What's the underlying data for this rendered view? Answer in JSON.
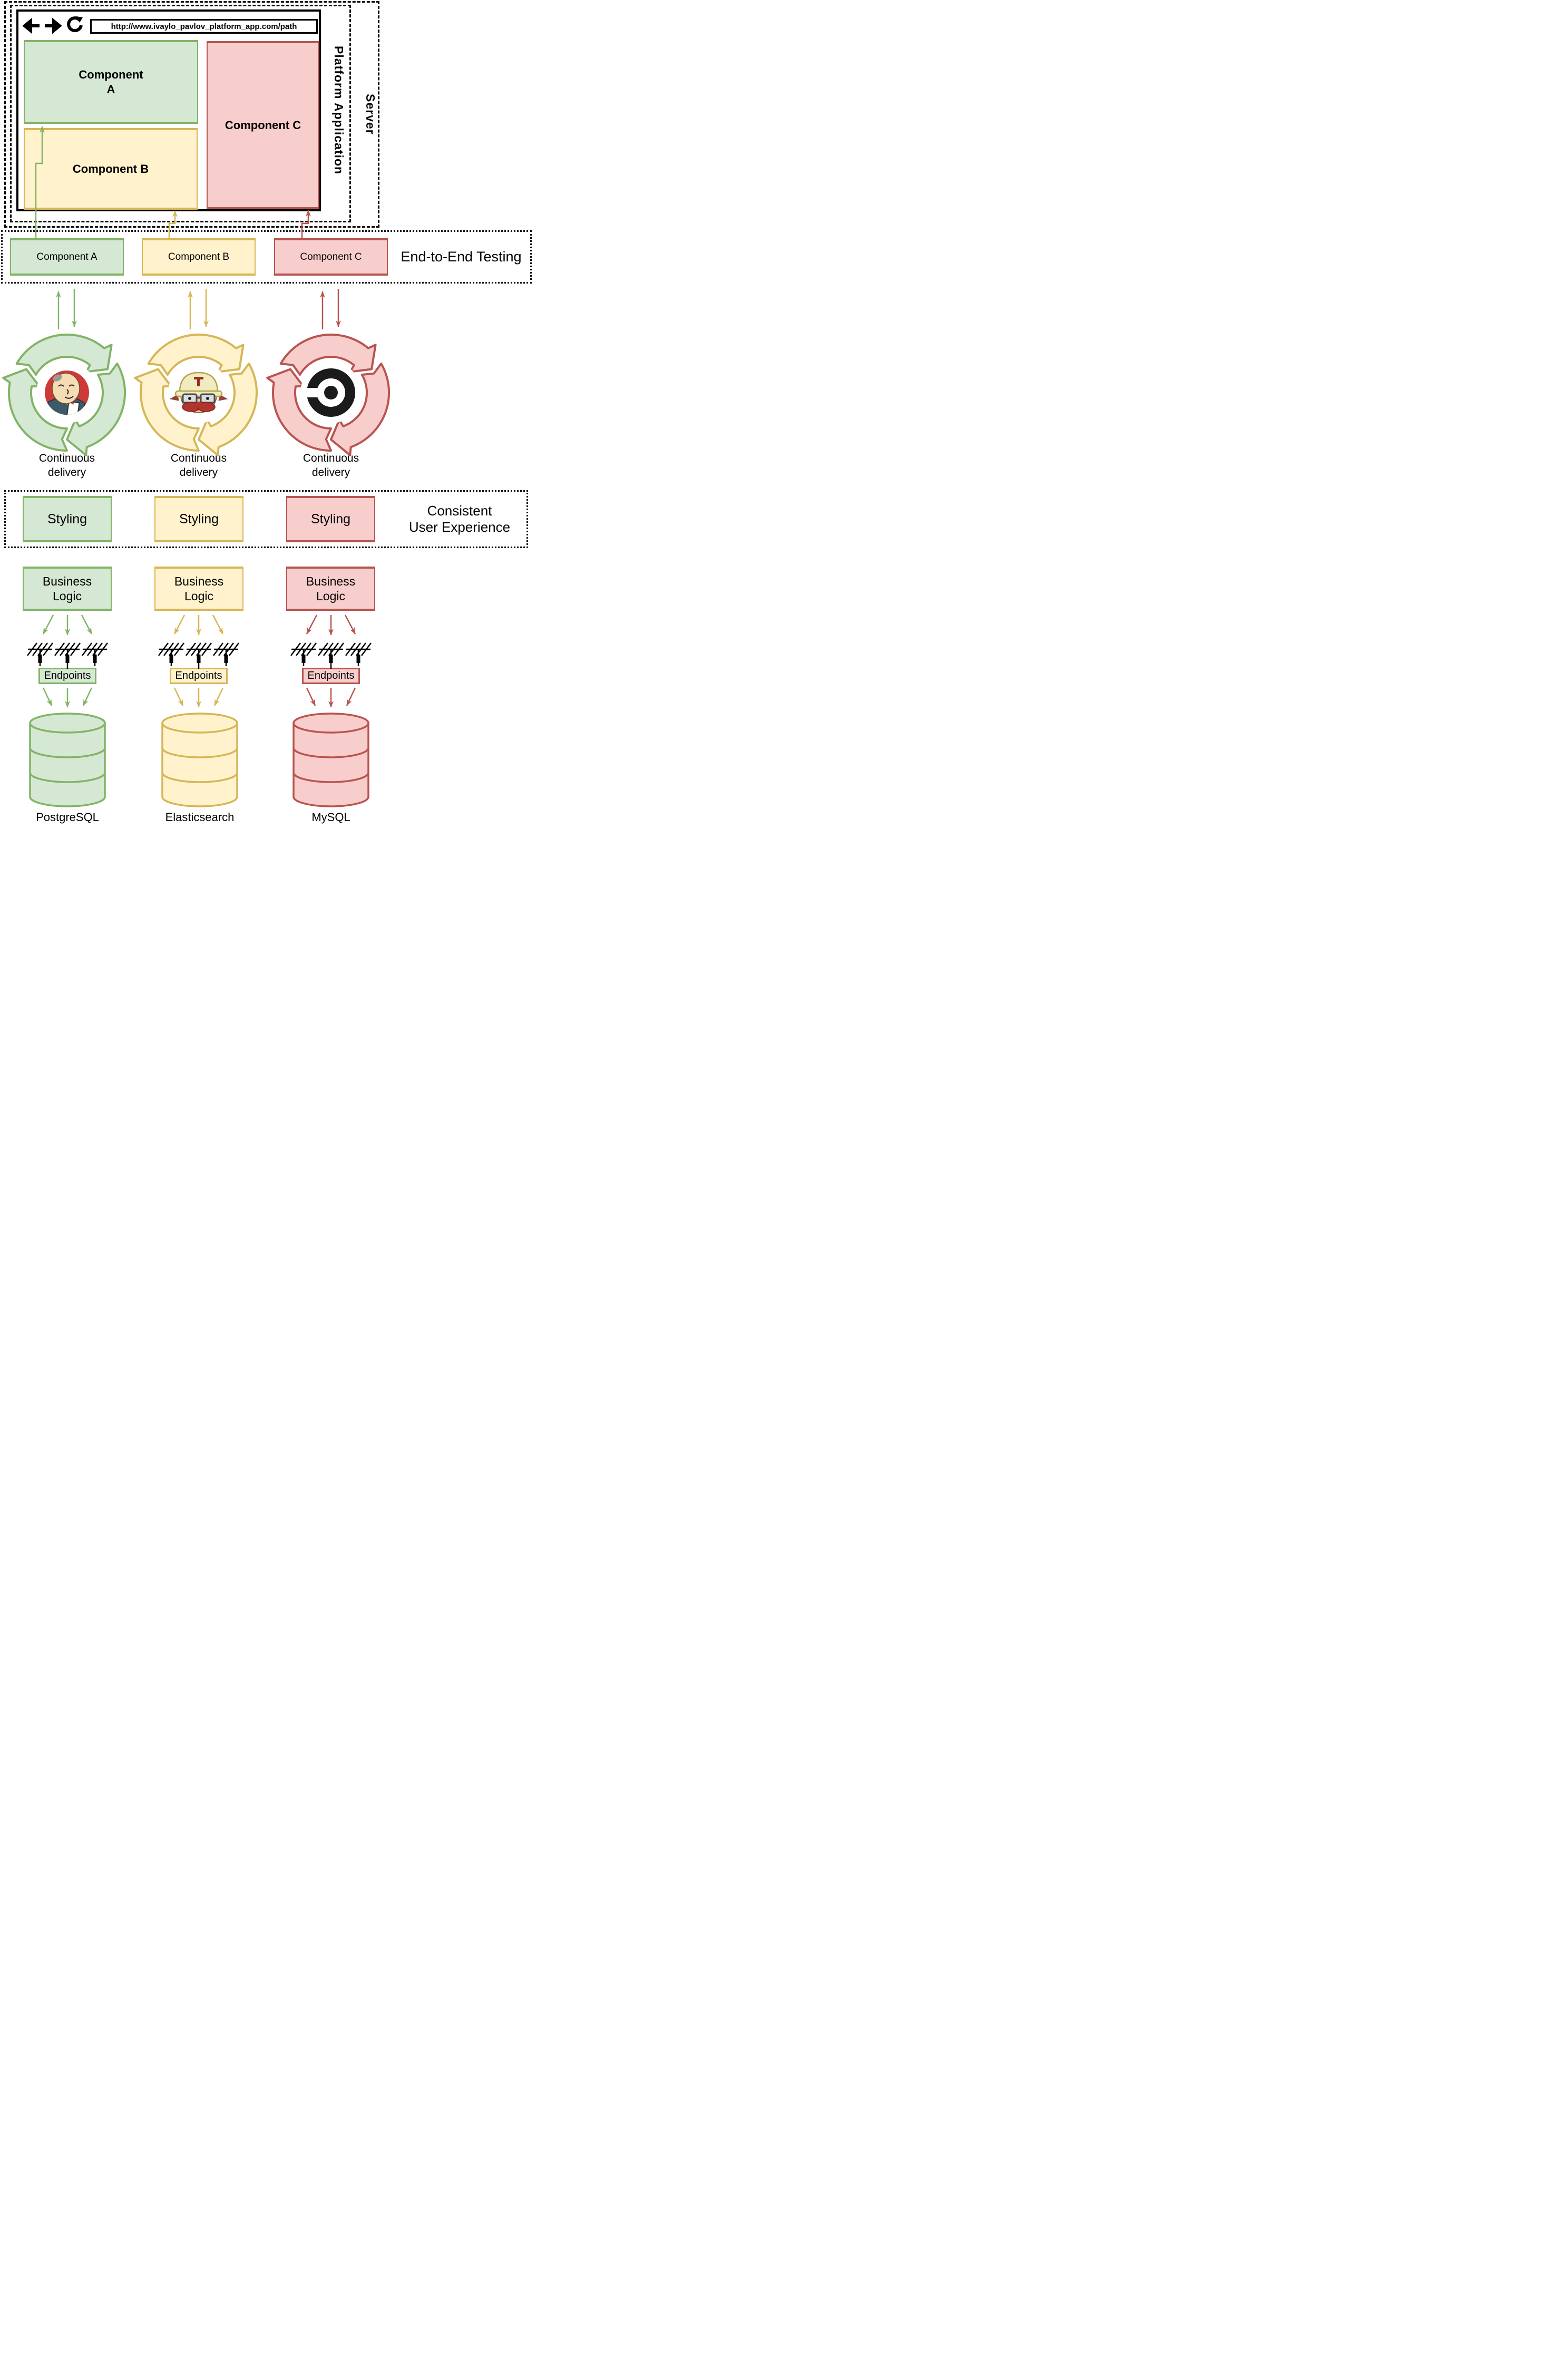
{
  "browser": {
    "toolbar": {
      "back_icon": "back-arrow",
      "forward_icon": "forward-arrow",
      "reload_icon": "reload-arrow"
    },
    "url": "http://www.ivaylo_pavlov_platform_app.com/path",
    "component_a_line1": "Component",
    "component_a_line2": "A",
    "component_b": "Component B",
    "component_c": "Component C"
  },
  "frames": {
    "platform_label": "Platform Application",
    "server_label": "Server"
  },
  "sections": {
    "e2e_title": "End-to-End Testing",
    "cux_line1": "Consistent",
    "cux_line2": "User Experience"
  },
  "columns": [
    {
      "name": "green",
      "e2e_label": "Component A",
      "cd_line1": "Continuous",
      "cd_line2": "delivery",
      "ci_icon": "jenkins-logo",
      "styling_label": "Styling",
      "biz_line1": "Business",
      "biz_line2": "Logic",
      "endpoints_label": "Endpoints",
      "database_label": "PostgreSQL"
    },
    {
      "name": "yellow",
      "e2e_label": "Component B",
      "cd_line1": "Continuous",
      "cd_line2": "delivery",
      "ci_icon": "travis-ci-logo",
      "styling_label": "Styling",
      "biz_line1": "Business",
      "biz_line2": "Logic",
      "endpoints_label": "Endpoints",
      "database_label": "Elasticsearch"
    },
    {
      "name": "red",
      "e2e_label": "Component C",
      "cd_line1": "Continuous",
      "cd_line2": "delivery",
      "ci_icon": "circleci-logo",
      "styling_label": "Styling",
      "biz_line1": "Business",
      "biz_line2": "Logic",
      "endpoints_label": "Endpoints",
      "database_label": "MySQL"
    }
  ],
  "colors": {
    "green-stroke": "#82b366",
    "green-fill": "#d5e8d4",
    "yellow-stroke": "#d6b656",
    "yellow-fill": "#fff2cc",
    "red-stroke": "#b85450",
    "red-fill": "#f8cecc",
    "line": "#000000",
    "jenkins-red": "#cc3b37",
    "jenkins-face": "#f6dcb4",
    "jenkins-suit": "#3d5a6b",
    "travis-helmet": "#f0ecc0",
    "travis-helmet-stroke": "#b7a14a",
    "travis-face": "#f3cf9f",
    "travis-mustache": "#b0352e",
    "travis-emblem": "#9e2b25",
    "circleci-black": "#1b1b1b"
  }
}
